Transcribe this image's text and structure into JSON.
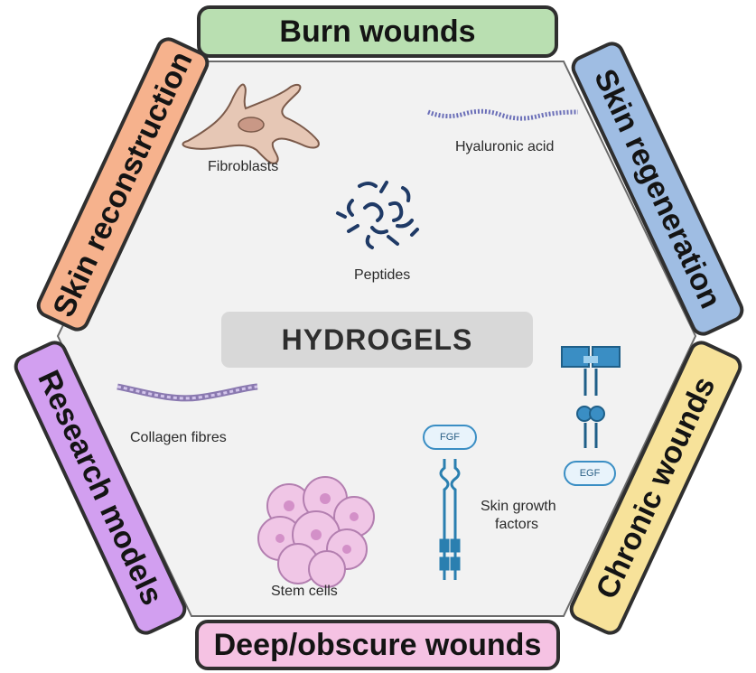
{
  "center_title": "HYDROGELS",
  "sides": {
    "top": "Burn wounds",
    "upper_right": "Skin regeneration",
    "lower_right": "Chronic wounds",
    "bottom": "Deep/obscure wounds",
    "lower_left": "Research models",
    "upper_left": "Skin reconstruction"
  },
  "side_colors": {
    "top": "#b9dfb1",
    "upper_right": "#9fbde3",
    "lower_right": "#f7e29a",
    "bottom": "#f5c2e3",
    "lower_left": "#d29ff0",
    "upper_left": "#f6b28d"
  },
  "components": {
    "fibroblasts": "Fibroblasts",
    "hyaluronic_acid": "Hyaluronic acid",
    "peptides": "Peptides",
    "collagen_fibres": "Collagen fibres",
    "stem_cells": "Stem cells",
    "skin_growth_factors_line1": "Skin growth",
    "skin_growth_factors_line2": "factors",
    "fgf": "FGF",
    "egf": "EGF"
  },
  "icons": {
    "fibroblasts": "fibroblast-cell-icon",
    "hyaluronic_acid": "hyaluronic-acid-chain-icon",
    "peptides": "peptide-coil-icon",
    "collagen_fibres": "collagen-fibre-icon",
    "stem_cells": "stem-cell-cluster-icon",
    "growth_factor_receptor": "growth-factor-receptor-icon"
  }
}
